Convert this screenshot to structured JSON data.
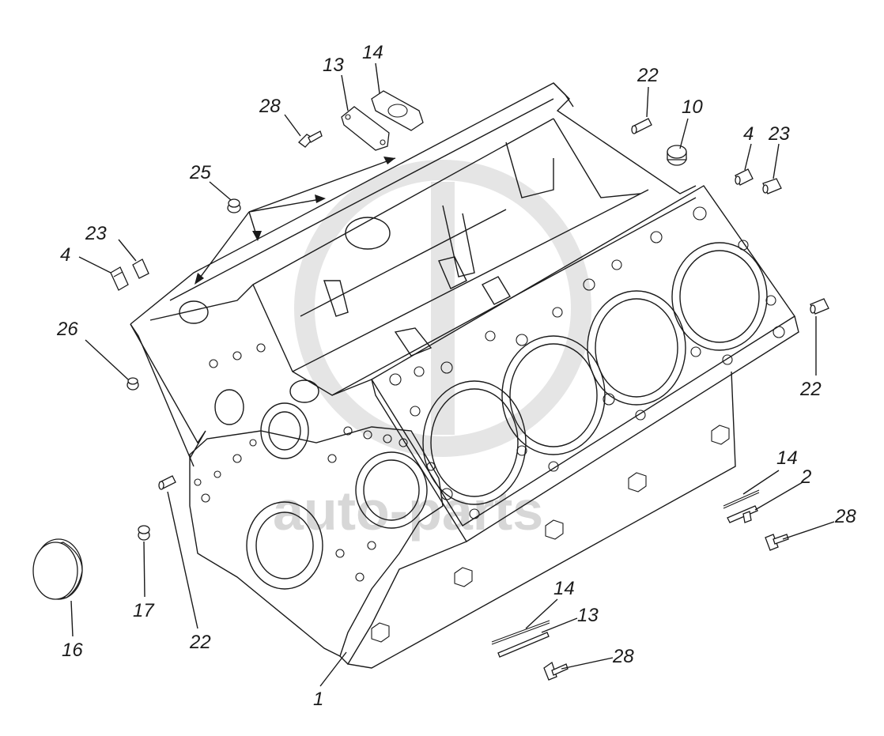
{
  "diagram": {
    "labels": {
      "l13_top": "13",
      "l14_top": "14",
      "l28_top": "28",
      "l25": "25",
      "l23_left": "23",
      "l4_left": "4",
      "l26": "26",
      "l22_top": "22",
      "l10": "10",
      "l4_right": "4",
      "l23_right": "23",
      "l22_right": "22",
      "l14_mid": "14",
      "l2": "2",
      "l28_mid": "28",
      "l14_bot": "14",
      "l13_bot": "13",
      "l28_bot": "28",
      "l1": "1",
      "l16": "16",
      "l17": "17",
      "l22_left": "22"
    },
    "watermark": {
      "text": "auto-parts"
    }
  }
}
